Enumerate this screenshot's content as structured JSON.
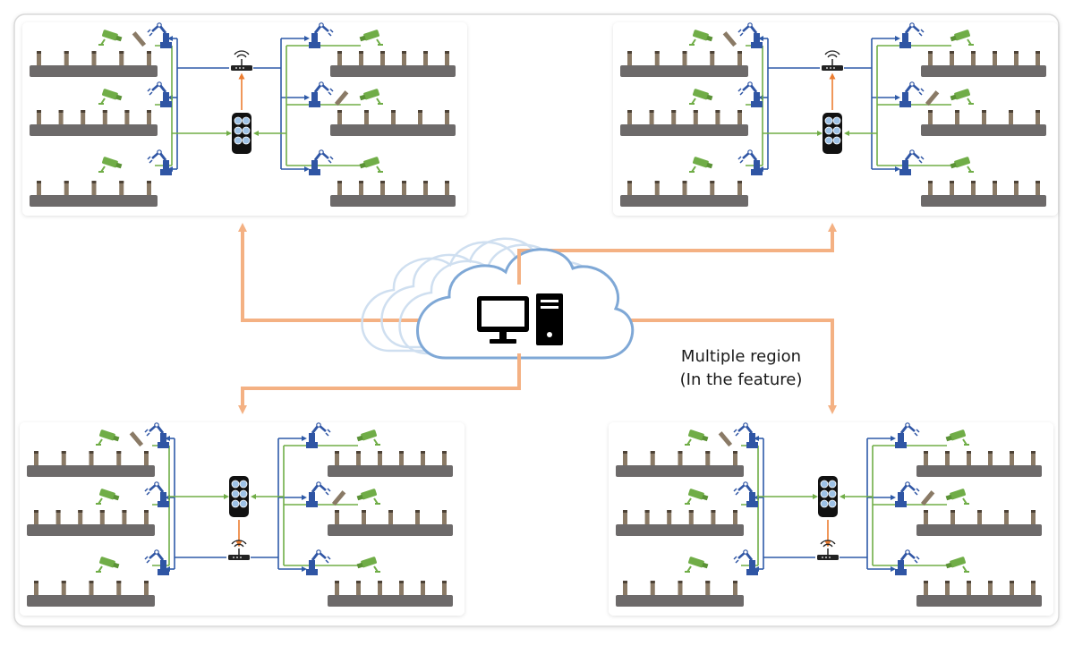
{
  "caption": {
    "line1": "Multiple region",
    "line2": "(In the feature)"
  },
  "colors": {
    "frame_border": "#d9d9d9",
    "panel_background": "#ffffff",
    "cloud_outline": "#7fa8d6",
    "cloud_ghost": "#cfdff0",
    "cloud_link": "#f4b183",
    "ethernet_link": "#2e5aa8",
    "wireless_link": "#70ad47",
    "robot_arm": "#2f55a4",
    "camera": "#70ad47",
    "conveyor": "#6d6a6a",
    "workpiece": "#8a7a66",
    "router": "#222222",
    "uplink_arrow": "#ed7d31",
    "computer": "#000000"
  },
  "icons": {
    "central_server": "computer-icon",
    "cloud": "cloud-icon",
    "router": "wifi-router-icon",
    "controller": "plc-controller-icon",
    "robot": "robot-arm-icon",
    "camera": "camera-icon"
  },
  "factory_panels": [
    {
      "id": "top-left",
      "controller_above_router": false
    },
    {
      "id": "top-right",
      "controller_above_router": false
    },
    {
      "id": "bottom-left",
      "controller_above_router": true
    },
    {
      "id": "bottom-right",
      "controller_above_router": true
    }
  ]
}
